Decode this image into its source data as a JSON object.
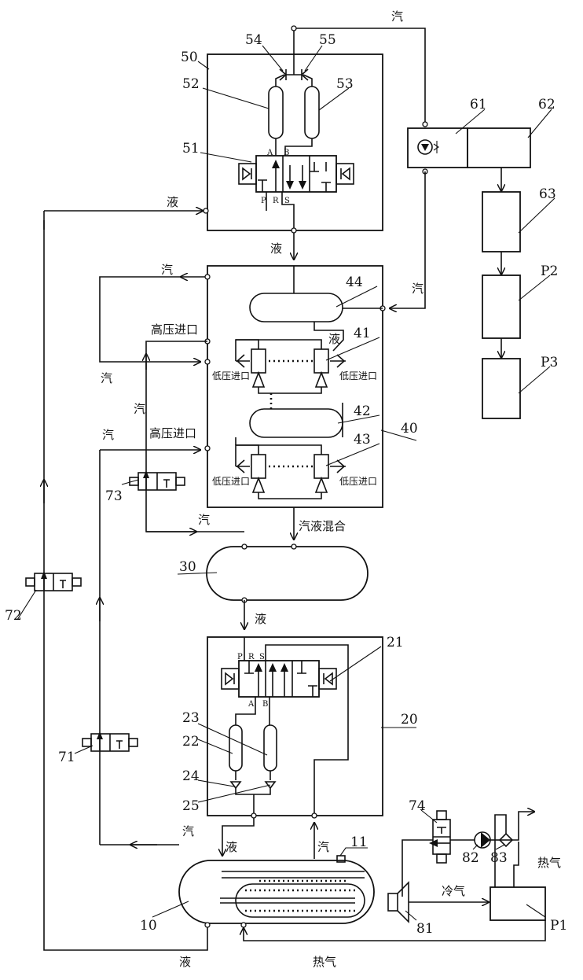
{
  "labels": {
    "vapor": "汽",
    "liquid": "液",
    "mix": "汽液混合",
    "high_inlet": "高压进口",
    "low_inlet": "低压进口",
    "hot_gas": "热气",
    "cold_gas": "冷气"
  },
  "ports": {
    "A": "A",
    "B": "B",
    "P": "P",
    "R": "R",
    "S": "S"
  },
  "numbers": {
    "n10": "10",
    "n11": "11",
    "n20": "20",
    "n21": "21",
    "n22": "22",
    "n23": "23",
    "n24": "24",
    "n25": "25",
    "n30": "30",
    "n40": "40",
    "n41": "41",
    "n42": "42",
    "n43": "43",
    "n44": "44",
    "n50": "50",
    "n51": "51",
    "n52": "52",
    "n53": "53",
    "n54": "54",
    "n55": "55",
    "n61": "61",
    "n62": "62",
    "n63": "63",
    "n71": "71",
    "n72": "72",
    "n73": "73",
    "n74": "74",
    "n81": "81",
    "n82": "82",
    "n83": "83",
    "p1": "P1",
    "p2": "P2",
    "p3": "P3"
  }
}
